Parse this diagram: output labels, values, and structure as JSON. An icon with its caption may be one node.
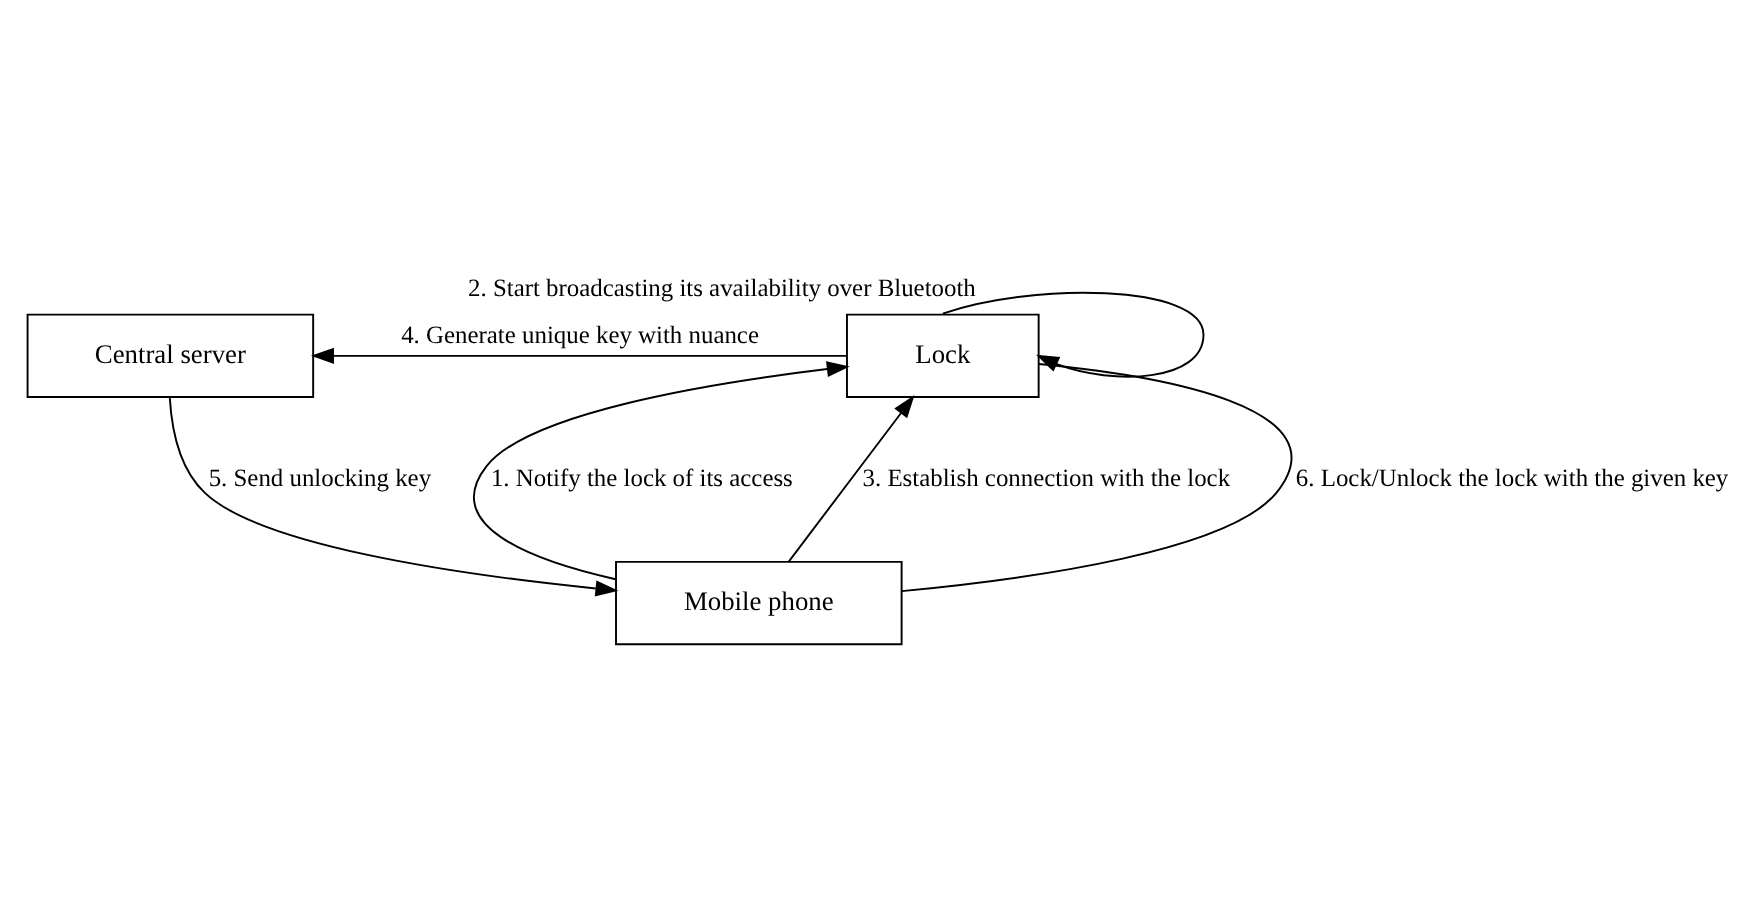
{
  "diagram": {
    "nodes": [
      {
        "text": [
          "Central server"
        ]
      },
      {
        "text": [
          "Lock"
        ]
      },
      {
        "text": [
          "Mobile phone"
        ]
      }
    ],
    "edges": [
      {
        "from": 2,
        "to": 1,
        "arrow": "to",
        "label": "1. Notify the lock of its access"
      },
      {
        "from": 1,
        "to": 1,
        "arrow": "to",
        "label": "2. Start broadcasting its availability over Bluetooth"
      },
      {
        "from": 2,
        "to": 1,
        "arrow": "to",
        "label": "3. Establish connection with the lock"
      },
      {
        "from": 1,
        "to": 0,
        "arrow": "to",
        "label": "4. Generate unique key with nuance"
      },
      {
        "from": 0,
        "to": 2,
        "arrow": "to",
        "label": "5. Send unlocking key"
      },
      {
        "from": 2,
        "to": 1,
        "arrow": "none",
        "label": "6. Lock/Unlock the lock with the given key"
      }
    ]
  }
}
